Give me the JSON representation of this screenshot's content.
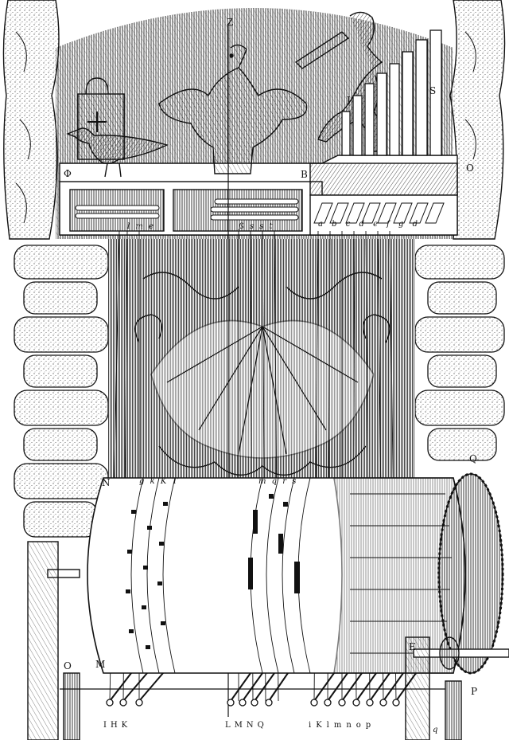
{
  "figure": {
    "description_label": "Engraving of a mechanical barrel organ with automaton figures",
    "labels": {
      "Z": "Z",
      "S": "S",
      "I": "I",
      "O_right": "O",
      "B": "B",
      "phi": "Φ",
      "Q": "Q",
      "N": "N",
      "M": "M",
      "O_left": "O",
      "P": "P",
      "E": "E",
      "q": "q"
    },
    "key_letters_upper": "a b c d e f g d",
    "bottom_groups": [
      "IHK",
      "LMNQ",
      "iKlmnop"
    ],
    "barrel_top_left": "g k K T",
    "barrel_top_mid": "m q r s",
    "small_row_left": "l m e",
    "small_row_mid": "ß s s t"
  }
}
